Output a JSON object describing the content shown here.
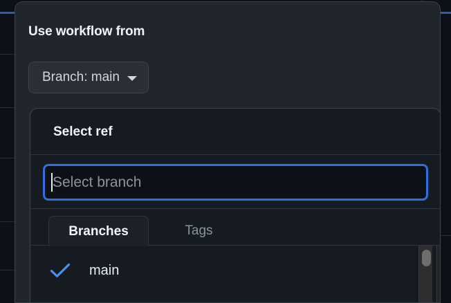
{
  "popover": {
    "title": "Use workflow from",
    "branch_button": {
      "label": "Branch: main",
      "caret_icon": "chevron-down-icon"
    }
  },
  "ref_dialog": {
    "title": "Select ref",
    "filter": {
      "value": "",
      "placeholder": "Select branch",
      "focused": true
    },
    "tabs": [
      {
        "label": "Branches",
        "selected": true
      },
      {
        "label": "Tags",
        "selected": false
      }
    ],
    "items": [
      {
        "label": "main",
        "selected": true,
        "check_icon": "check-icon"
      }
    ]
  },
  "colors": {
    "page_bg": "#0d1117",
    "popover_bg": "#21262d",
    "dialog_bg": "#161b22",
    "border": "#3d444d",
    "divider": "#2f353d",
    "text_primary": "#f0f6fc",
    "text_secondary": "#8b949e",
    "input_bg": "#0d1117",
    "focus_border": "#2f6fe0",
    "accent_blue": "#4493f8",
    "gutter_accent": "#2f5bb7",
    "scrollbar_thumb": "#6e6e6e"
  }
}
